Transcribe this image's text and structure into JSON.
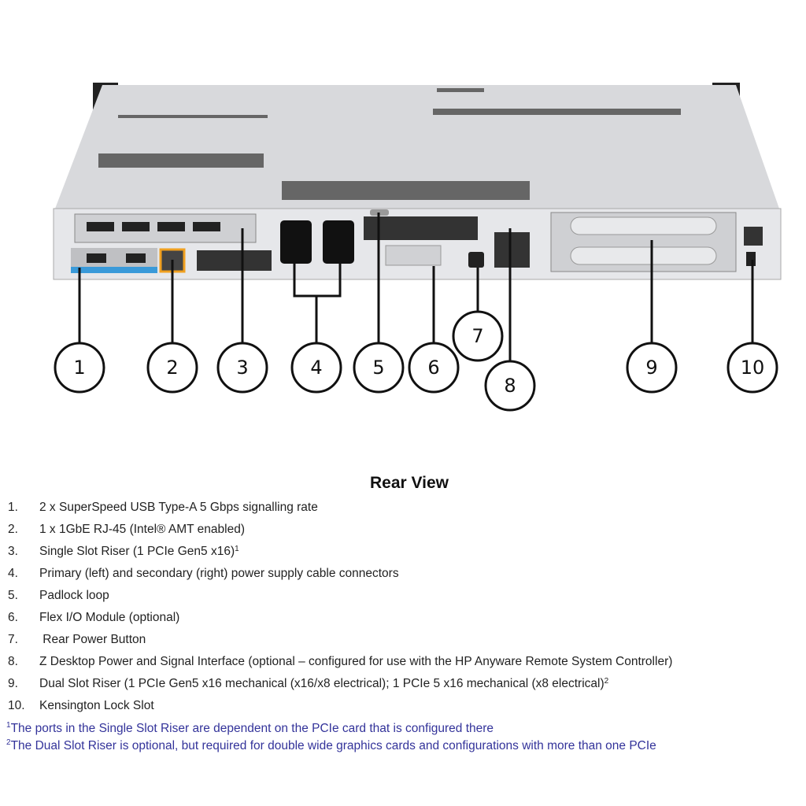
{
  "diagram": {
    "callouts": [
      "1",
      "2",
      "3",
      "4",
      "5",
      "6",
      "7",
      "8",
      "9",
      "10"
    ]
  },
  "title": "Rear View",
  "legend": [
    {
      "num": "1.",
      "text": "2 x SuperSpeed USB Type-A 5 Gbps signalling rate"
    },
    {
      "num": "2.",
      "text": "1 x 1GbE RJ-45 (Intel® AMT enabled)"
    },
    {
      "num": "3.",
      "text": "Single Slot Riser (1 PCIe Gen5 x16)",
      "sup": "1"
    },
    {
      "num": "4.",
      "text": "Primary (left) and secondary (right) power supply cable connectors"
    },
    {
      "num": "5.",
      "text": "Padlock loop"
    },
    {
      "num": "6.",
      "text": "Flex I/O Module (optional)"
    },
    {
      "num": "7.",
      "text": " Rear Power Button"
    },
    {
      "num": "8.",
      "text": "Z Desktop Power and Signal Interface (optional – configured for use with the HP Anyware Remote System Controller)"
    },
    {
      "num": "9.",
      "text": "Dual Slot Riser (1 PCIe Gen5 x16 mechanical (x16/x8 electrical); 1 PCIe 5 x16 mechanical (x8 electrical)",
      "sup": "2"
    },
    {
      "num": "10.",
      "text": "Kensington Lock Slot"
    }
  ],
  "footnotes": [
    {
      "mark": "1",
      "text": "The ports in the Single Slot Riser are dependent on the PCIe card that is configured there"
    },
    {
      "mark": "2",
      "text": "The Dual Slot Riser is optional, but required for double wide graphics cards and configurations with more than one PCIe"
    }
  ],
  "colors": {
    "chassis": "#dcdde0",
    "usb_strip": "#3a9ad9",
    "rj45_accent": "#f0a020",
    "footnote": "#33339a"
  }
}
